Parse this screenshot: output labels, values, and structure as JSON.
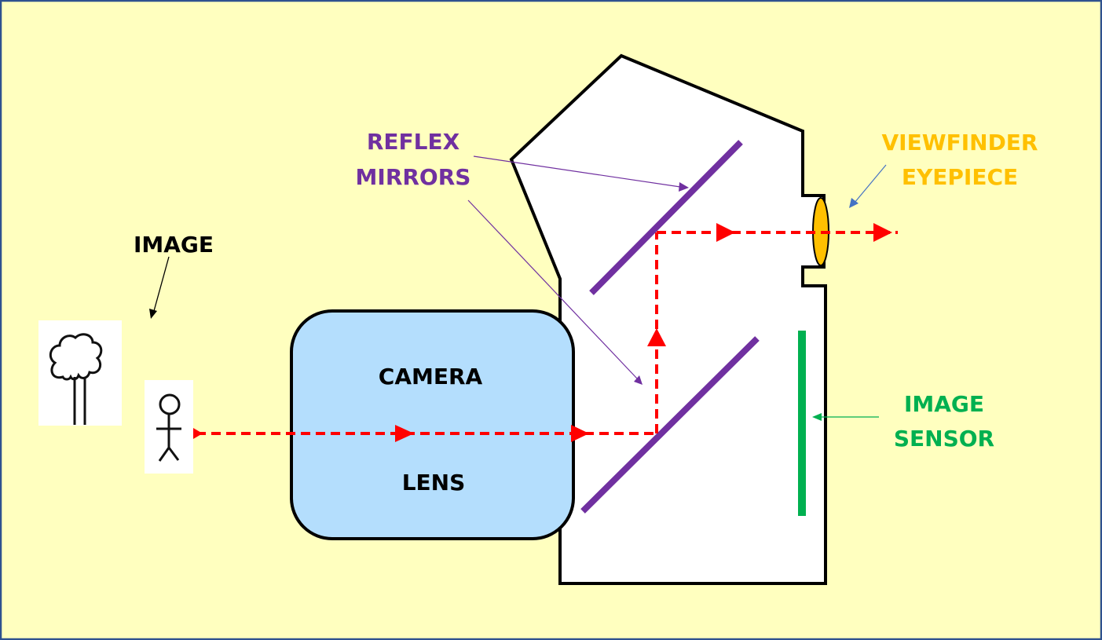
{
  "title": "Single-lens reflex camera light path",
  "colors": {
    "background": "#ffffbf",
    "frame_border": "#2f528f",
    "lens_fill": "#b4defd",
    "mirror": "#7030a0",
    "sensor": "#00b050",
    "eyepiece": "#ffc000",
    "light_path": "#ff0000",
    "viewfinder_pointer": "#4472c4"
  },
  "labels": {
    "image": "IMAGE",
    "reflex_mirrors_line1": "REFLEX",
    "reflex_mirrors_line2": "MIRRORS",
    "viewfinder_line1": "VIEWFINDER",
    "viewfinder_line2": "EYEPIECE",
    "camera_lens_line1": "CAMERA",
    "camera_lens_line2": "LENS",
    "image_sensor_line1": "IMAGE",
    "image_sensor_line2": "SENSOR"
  },
  "icons": {
    "subject_tree": "tree-icon",
    "subject_person": "stick-figure-icon"
  }
}
